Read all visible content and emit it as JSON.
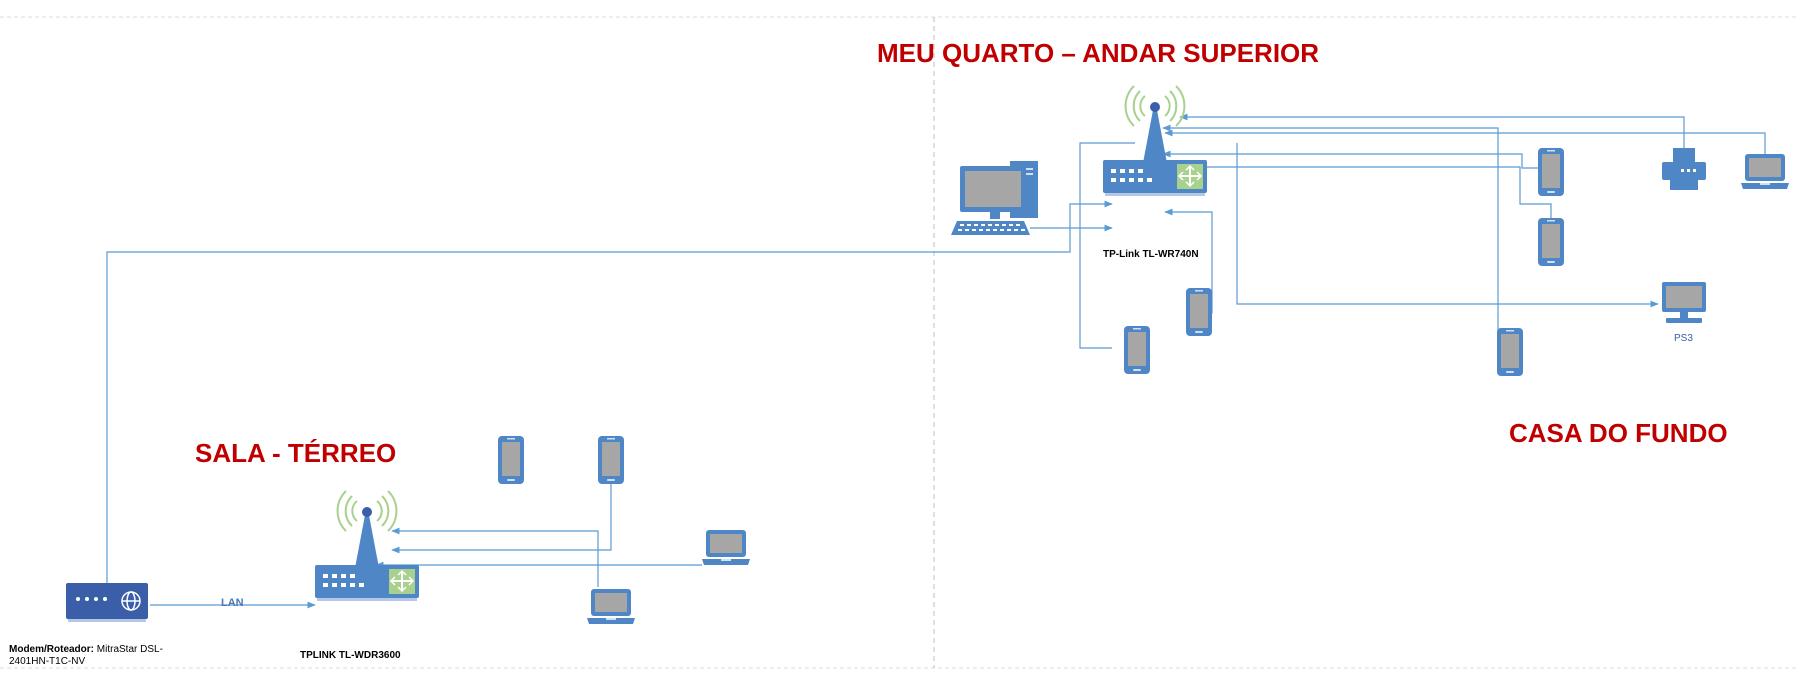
{
  "zones": {
    "upstairs": "MEU QUARTO – ANDAR SUPERIOR",
    "ground": "SALA - TÉRREO",
    "back_house": "CASA DO FUNDO"
  },
  "devices": {
    "modem": {
      "label_bold": "Modem/Roteador:",
      "label_rest": " MitraStar DSL-",
      "label_line2": "2401HN-T1C-NV"
    },
    "router_ground": {
      "label": "TPLINK TL-WDR3600"
    },
    "router_upstairs": {
      "label": "TP-Link TL-WR740N"
    },
    "ps3": {
      "label": "PS3"
    }
  },
  "links": {
    "lan_label": "LAN"
  },
  "colors": {
    "line": "#5b9bd5",
    "device": "#4f86c6",
    "device_dark": "#3b5ea8",
    "screen": "#a6a6a6",
    "wifi": "#a9d18e",
    "zone_text": "#c00000"
  }
}
